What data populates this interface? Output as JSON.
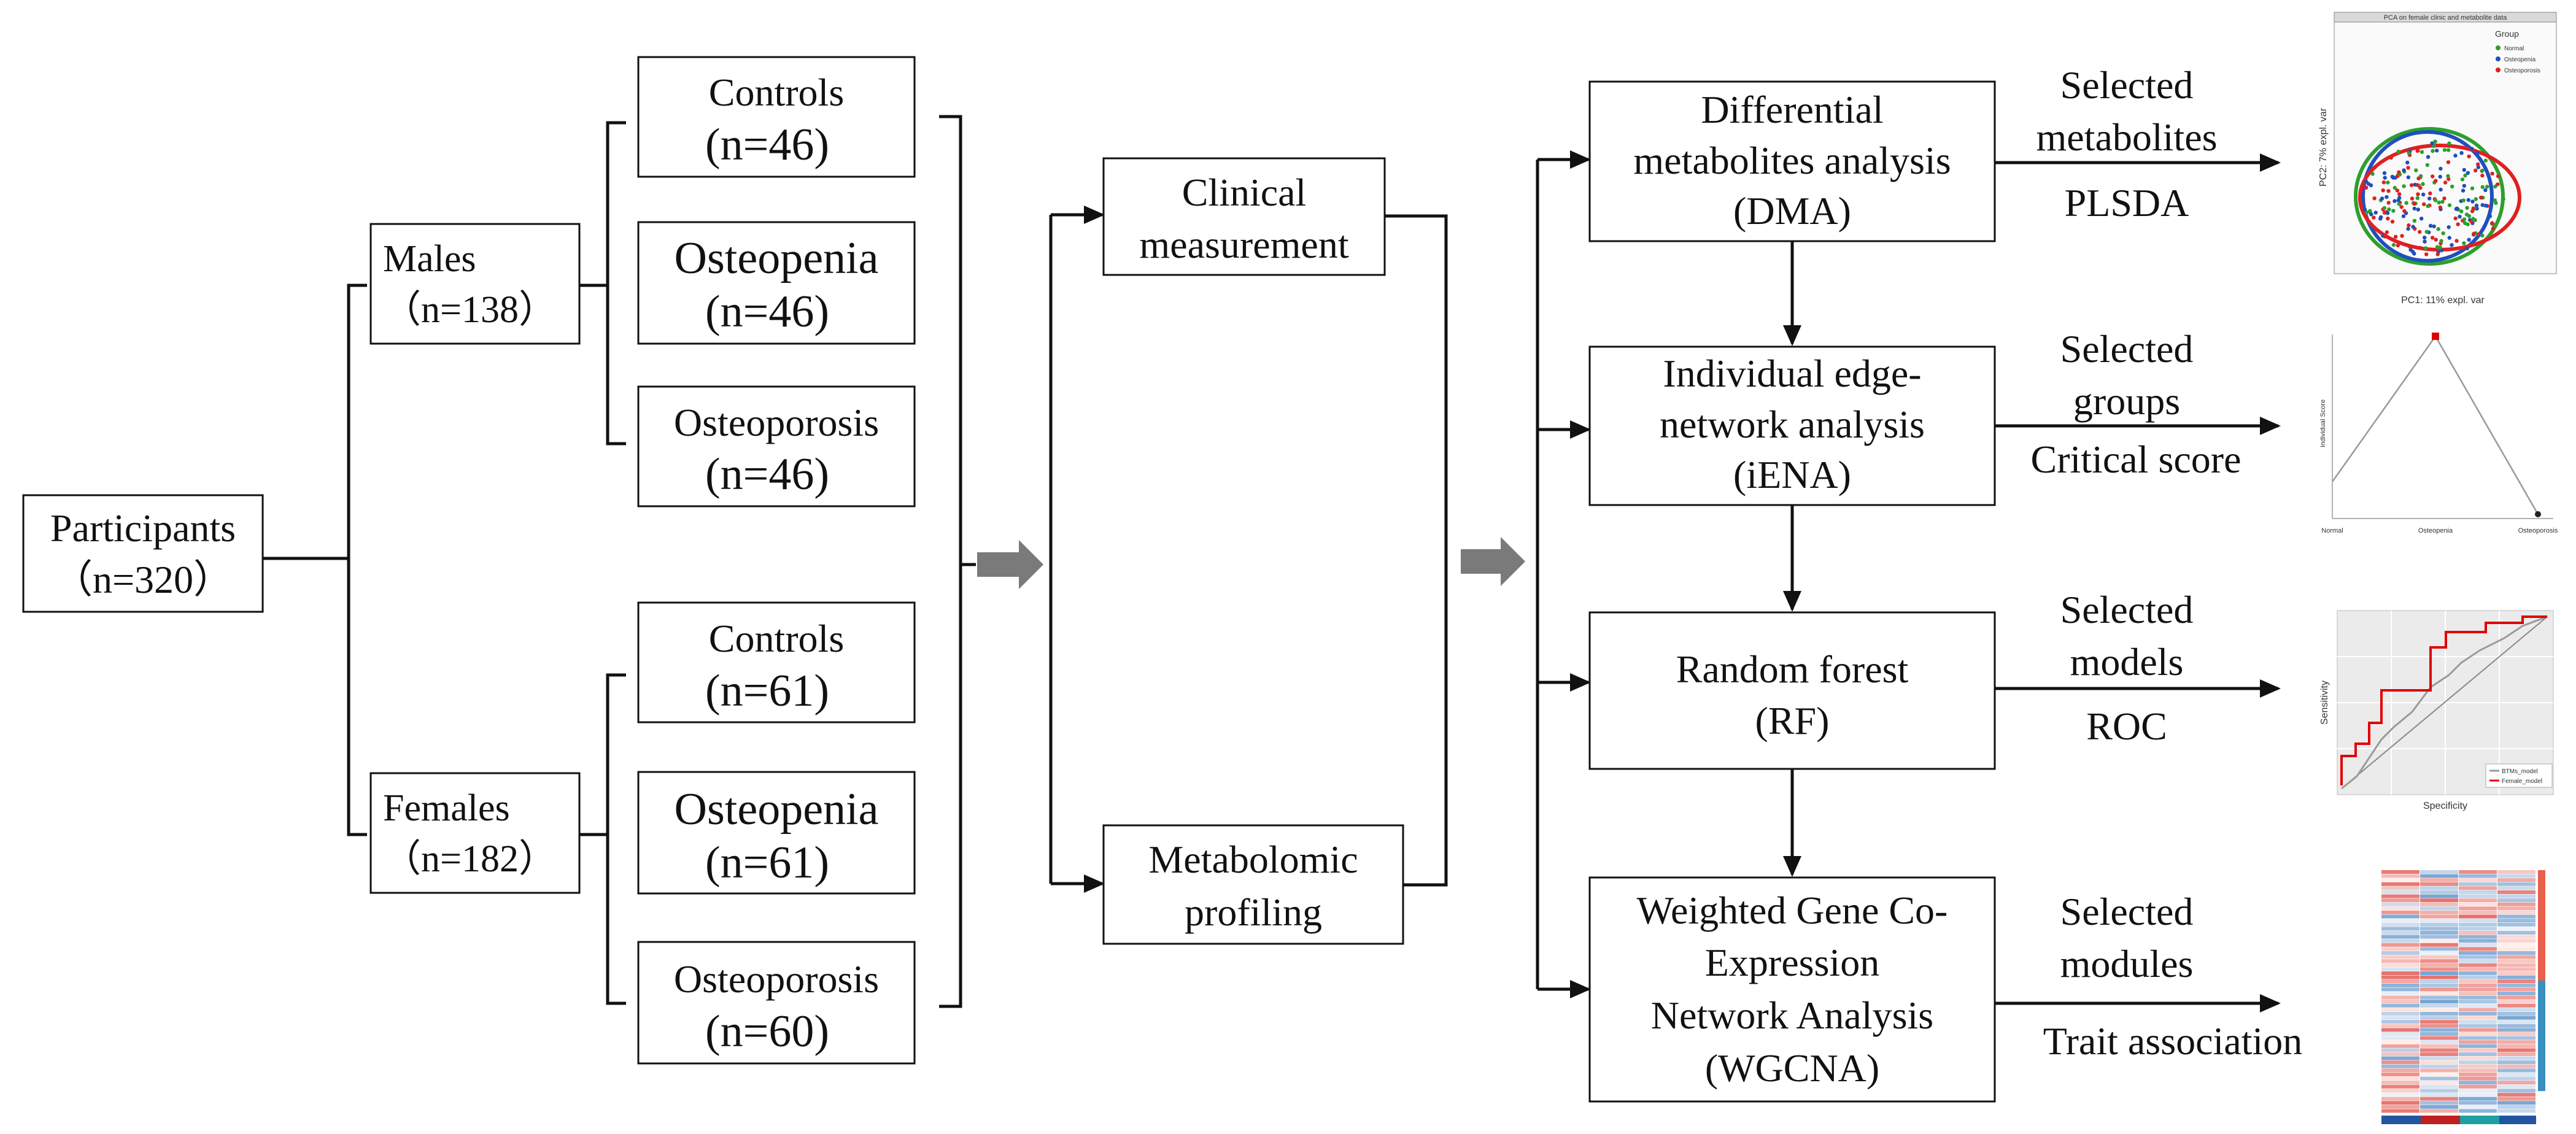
{
  "participants": {
    "line1": "Participants",
    "line2": "（n=320）"
  },
  "males": {
    "line1": "Males",
    "line2": "（n=138）"
  },
  "females": {
    "line1": "Females",
    "line2": "（n=182）"
  },
  "male_groups": [
    {
      "line1": "Controls",
      "line2": "(n=46)"
    },
    {
      "line1": "Osteopenia",
      "line2": "(n=46)"
    },
    {
      "line1": "Osteoporosis",
      "line2": "(n=46)"
    }
  ],
  "female_groups": [
    {
      "line1": "Controls",
      "line2": "(n=61)"
    },
    {
      "line1": "Osteopenia",
      "line2": "(n=61)"
    },
    {
      "line1": "Osteoporosis",
      "line2": "(n=60)"
    }
  ],
  "data_sources": [
    {
      "line1": "Clinical",
      "line2": "measurement"
    },
    {
      "line1": "Metabolomic",
      "line2": "profiling"
    }
  ],
  "analyses": [
    {
      "lines": [
        "Differential",
        "metabolites analysis",
        "(DMA)"
      ],
      "out_above": [
        "Selected",
        "metabolites"
      ],
      "out_below": [
        "PLSDA"
      ]
    },
    {
      "lines": [
        "Individual edge-",
        "network analysis",
        "(iENA)"
      ],
      "out_above": [
        "Selected",
        "groups"
      ],
      "out_below": [
        "Critical score"
      ]
    },
    {
      "lines": [
        "Random forest",
        "(RF)"
      ],
      "out_above": [
        "Selected",
        "models"
      ],
      "out_below": [
        "ROC"
      ]
    },
    {
      "lines": [
        "Weighted Gene Co-",
        "Expression",
        "Network Analysis",
        "(WGCNA)"
      ],
      "out_above": [
        "Selected",
        "modules"
      ],
      "out_below": [
        "Trait association"
      ]
    }
  ],
  "pca_thumb": {
    "title": "PCA on female clinic and metabolite data",
    "legend_title": "Group",
    "legend": [
      {
        "label": "Normal",
        "color": "#2ca02c"
      },
      {
        "label": "Osteopenia",
        "color": "#1f4fbf"
      },
      {
        "label": "Osteoporosis",
        "color": "#e02020"
      }
    ],
    "xlabel": "PC1: 11% expl. var",
    "ylabel": "PC2: 7% expl. var"
  },
  "iena_thumb": {
    "ylabel": "Individual Score",
    "categories": [
      "Normal",
      "Osteopenia",
      "Osteoporosis"
    ]
  },
  "roc_thumb": {
    "ylabel": "Sensitivity",
    "xlabel": "Specificity",
    "legend": [
      {
        "label": "BTMs_model",
        "color": "#9a9a9a"
      },
      {
        "label": "Female_model",
        "color": "#e00000"
      }
    ]
  },
  "colors": {
    "line": "#111111",
    "flow_arrow": "#7a7a7a",
    "heat_red": "#e8604c",
    "heat_blue": "#3a8fc0"
  }
}
